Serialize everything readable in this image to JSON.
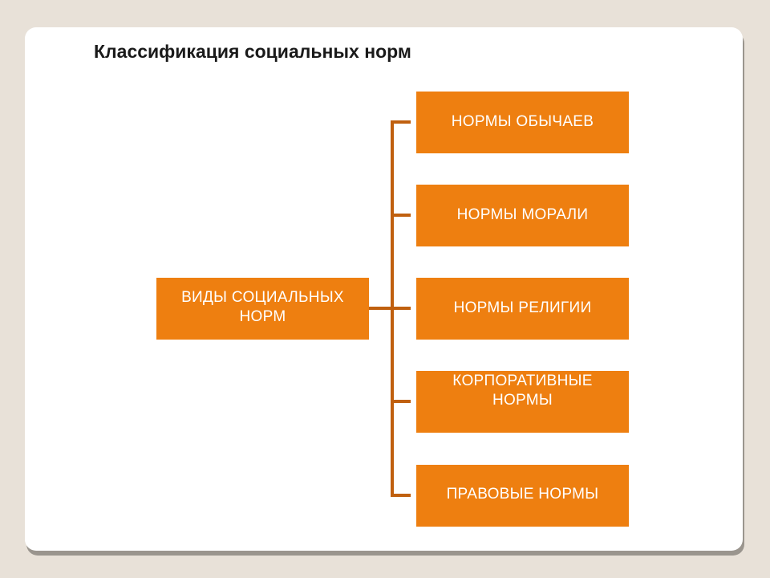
{
  "slide": {
    "title": "Классификация социальных норм"
  },
  "diagram": {
    "root": "ВИДЫ СОЦИАЛЬНЫХ НОРМ",
    "children": [
      "НОРМЫ ОБЫЧАЕВ",
      "НОРМЫ МОРАЛИ",
      "НОРМЫ РЕЛИГИИ",
      "КОРПОРАТИВНЫЕ НОРМЫ",
      "ПРАВОВЫЕ НОРМЫ"
    ],
    "box_color": "#ee7f10",
    "connector_color": "#c0600f",
    "text_color": "#ffffff"
  }
}
